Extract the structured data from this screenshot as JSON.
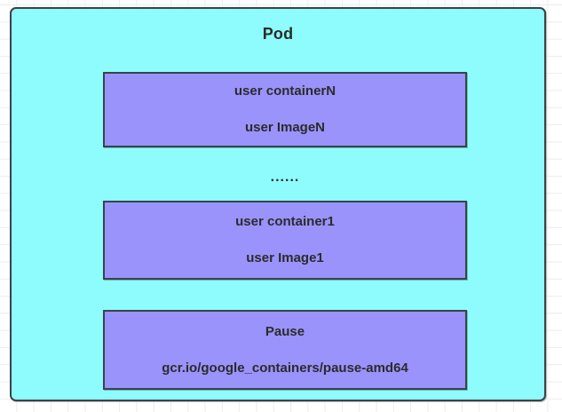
{
  "diagram": {
    "pod": {
      "title": "Pod",
      "fill_color": "#8efcfc",
      "border_color": "#3b4249"
    },
    "containers": [
      {
        "id": "container-n",
        "name": "user containerN",
        "image": "user ImageN",
        "fill_color": "#9a93fb",
        "border_color": "#3b4249"
      },
      {
        "id": "container-1",
        "name": "user container1",
        "image": "user Image1",
        "fill_color": "#9a93fb",
        "border_color": "#3b4249"
      },
      {
        "id": "container-pause",
        "name": "Pause",
        "image": "gcr.io/google_containers/pause-amd64",
        "fill_color": "#9a93fb",
        "border_color": "#3b4249"
      }
    ],
    "ellipsis": "......",
    "background": {
      "color": "#ffffff",
      "grid_line_color": "#ececec"
    }
  }
}
